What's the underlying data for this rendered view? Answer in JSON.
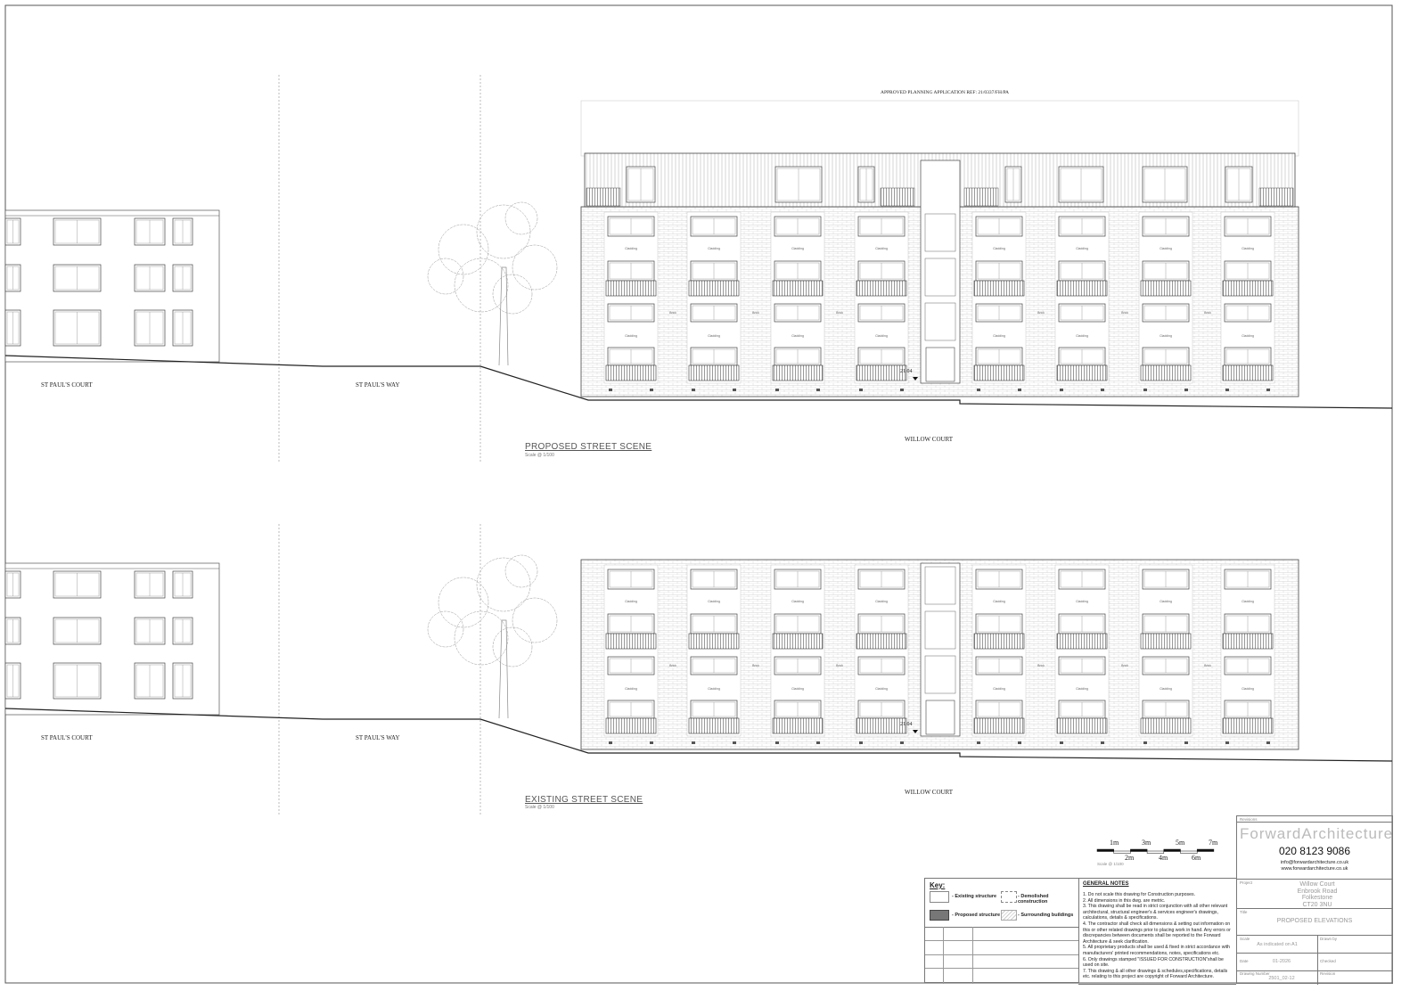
{
  "drawing": {
    "planning_ref": "APPROVED PLANNING APPLICATION REF: 21/0337/FH/PA",
    "proposed": {
      "title": "PROPOSED STREET SCENE",
      "scale": "Scale @ 1/100",
      "level_marker": "21.04",
      "labels": {
        "st_pauls_court": "ST PAUL'S COURT",
        "st_pauls_way": "ST PAUL'S WAY",
        "willow_court": "WILLOW COURT"
      }
    },
    "existing": {
      "title": "EXISTING STREET SCENE",
      "scale": "Scale @ 1/100",
      "level_marker": "21.04",
      "labels": {
        "st_pauls_court": "ST PAUL'S COURT",
        "st_pauls_way": "ST PAUL'S WAY",
        "willow_court": "WILLOW COURT"
      }
    },
    "material_labels": {
      "cladding": "Cladding",
      "brick": "Brick"
    }
  },
  "scale_bar": {
    "top_ticks": [
      "1m",
      "3m",
      "5m",
      "7m"
    ],
    "bottom_ticks": [
      "2m",
      "4m",
      "6m"
    ],
    "caption": "Scale @ 1/100"
  },
  "key": {
    "title": "Key:",
    "items": [
      "- Existing structure",
      "- Demolished construction",
      "- Proposed structure",
      "- Surrounding buildings"
    ]
  },
  "general_notes": {
    "title": "GENERAL NOTES",
    "items": [
      "1. Do not scale this drawing for Construction purposes.",
      "2. All dimensions in this dwg. are metric.",
      "3. This drawing shall be read in strict conjunction with all other relevant architectural, structural engineer's & services engineer's drawings, calculations, details & specifications.",
      "4. The contractor shall check all dimensions & setting out information on this or other related drawings prior to placing work in hand. Any errors or discrepancies between documents shall be reported to the Forward Architecture & seek clarification.",
      "5. All proprietary products shall be used & fixed in strict accordance with manufacturers' printed recommendations, notes, specifications etc.",
      "6. Only drawings stamped \"ISSUED FOR CONSTRUCTION\"shall be used on site.",
      "7. This drawing & all other drawings & schedules,specifications, details etc. relating to this project are copyright of Forward Architecture."
    ]
  },
  "title_block": {
    "revisions_label": "Revisions",
    "company_a": "Forward",
    "company_b": "Architecture",
    "phone": "020 8123 9086",
    "email": "info@forwardarchitecture.co.uk",
    "website": "www.forwardarchitecture.co.uk",
    "project_label": "Project",
    "project_lines": [
      "Willow Court",
      "Enbrook Road",
      "Folkestone",
      "CT20 3NU"
    ],
    "title_label": "Title",
    "title": "PROPOSED ELEVATIONS",
    "scale_label": "Scale",
    "scale": "As indicated on A1",
    "drawn_by_label": "Drawn by",
    "date_label": "Date",
    "date": "01-2026",
    "checked_label": "Checked",
    "drawing_number_label": "Drawing Number",
    "drawing_number": "2501_02-12",
    "revision_label": "Revision"
  }
}
